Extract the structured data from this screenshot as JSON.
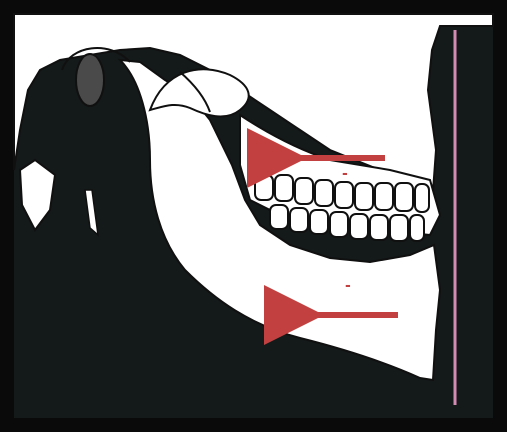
{
  "diagram": {
    "colors": {
      "frame": "#0a0a0a",
      "background": "#14191a",
      "bone": "#ffffff",
      "outline": "#101010",
      "condyle_fill": "#4a4a4a",
      "reference_line": "#d58ab4",
      "arrow": "#c2403f"
    },
    "arrows": [
      {
        "label": "",
        "direction": "left",
        "position": "upper"
      },
      {
        "label": "",
        "direction": "left",
        "position": "lower"
      }
    ],
    "signs": {
      "upper": "-",
      "lower": "-"
    }
  }
}
